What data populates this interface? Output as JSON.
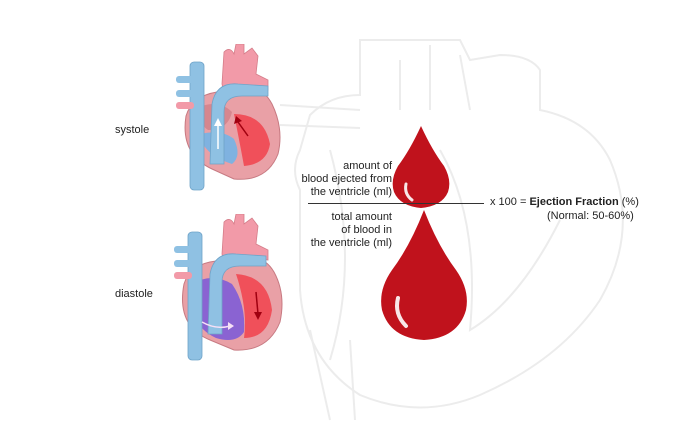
{
  "phases": {
    "systole": "systole",
    "diastole": "diastole"
  },
  "numerator": {
    "line1": "amount of",
    "line2": "blood ejected from",
    "line3": "the ventricle (ml)"
  },
  "denominator": {
    "line1": "total amount",
    "line2": "of blood in",
    "line3": "the ventricle (ml)"
  },
  "formula": {
    "multiplier": "x 100 =",
    "result": "Ejection Fraction",
    "unit": "(%)",
    "normal": "(Normal: 50-60%)"
  },
  "colors": {
    "blood": "#c0121c",
    "blood_highlight": "#ffffff",
    "aorta": "#f29aa8",
    "vena_cava": "#8fc1e3",
    "heart_wall": "#e9a0a6",
    "ventricle_filled": "#8a63d2",
    "ventricle_red": "#f0505a",
    "outline_background": "#e6e6e6"
  }
}
